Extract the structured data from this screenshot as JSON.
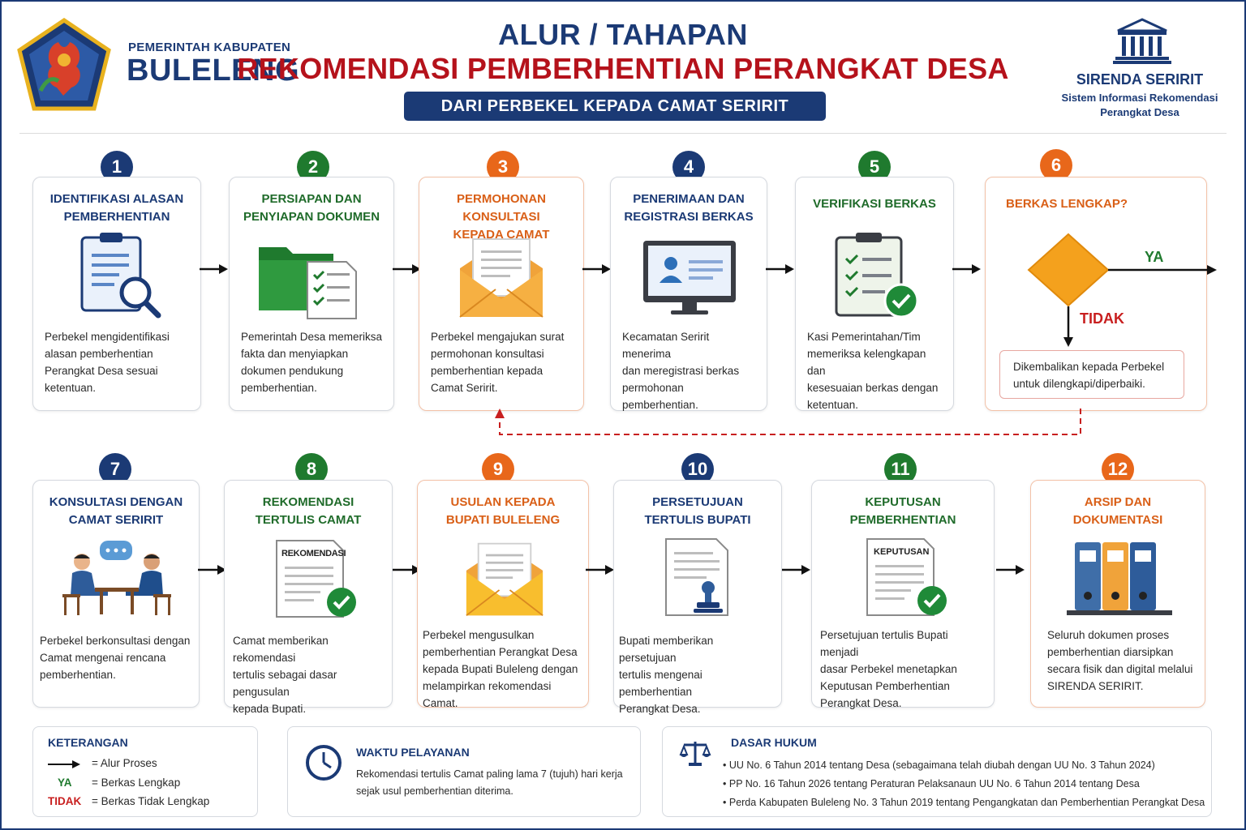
{
  "header": {
    "gov_small": "PEMERINTAH KABUPATEN",
    "gov_big": "BULELENG",
    "title_line1": "ALUR / TAHAPAN",
    "title_line2": "REKOMENDASI PEMBERHENTIAN PERANGKAT DESA",
    "subtitle": "DARI PERBEKEL KEPADA CAMAT SERIRIT",
    "app_name": "SIRENDA SERIRIT",
    "app_desc_1": "Sistem Informasi Rekomendasi",
    "app_desc_2": "Perangkat Desa"
  },
  "steps": [
    {
      "num": "1",
      "title": [
        "IDENTIFIKASI ALASAN",
        "PEMBERHENTIAN"
      ],
      "text": [
        "Perbekel mengidentifikasi",
        "alasan pemberhentian",
        "Perangkat Desa sesuai",
        "ketentuan."
      ],
      "icon": "clipboard-search-icon",
      "color": "blue"
    },
    {
      "num": "2",
      "title": [
        "PERSIAPAN DAN",
        "PENYIAPAN DOKUMEN"
      ],
      "text": [
        "Pemerintah Desa memeriksa",
        "fakta dan menyiapkan",
        "dokumen pendukung",
        "pemberhentian."
      ],
      "icon": "folder-checklist-icon",
      "color": "green"
    },
    {
      "num": "3",
      "title": [
        "PERMOHONAN KONSULTASI",
        "KEPADA CAMAT"
      ],
      "text": [
        "Perbekel mengajukan surat",
        "permohonan konsultasi",
        "pemberhentian kepada",
        "Camat Seririt."
      ],
      "icon": "envelope-letter-icon",
      "color": "orange"
    },
    {
      "num": "4",
      "title": [
        "PENERIMAAN DAN",
        "REGISTRASI BERKAS"
      ],
      "text": [
        "Kecamatan Seririt menerima",
        "dan meregistrasi berkas",
        "permohonan pemberhentian."
      ],
      "icon": "monitor-profile-icon",
      "color": "blue"
    },
    {
      "num": "5",
      "title": [
        "VERIFIKASI BERKAS"
      ],
      "text": [
        "Kasi Pemerintahan/Tim",
        "memeriksa kelengkapan dan",
        "kesesuaian berkas dengan",
        "ketentuan."
      ],
      "icon": "clipboard-check-icon",
      "color": "green"
    },
    {
      "num": "6",
      "title": [
        "BERKAS LENGKAP?"
      ],
      "text": [],
      "icon": "decision-diamond-icon",
      "color": "orange"
    },
    {
      "num": "7",
      "title": [
        "KONSULTASI DENGAN",
        "CAMAT SERIRIT"
      ],
      "text": [
        "Perbekel berkonsultasi dengan",
        "Camat mengenai rencana",
        "pemberhentian."
      ],
      "icon": "consultation-people-icon",
      "color": "blue"
    },
    {
      "num": "8",
      "title": [
        "REKOMENDASI",
        "TERTULIS CAMAT"
      ],
      "text": [
        "Camat memberikan rekomendasi",
        "tertulis sebagai dasar pengusulan",
        "kepada Bupati."
      ],
      "icon": "document-check-icon",
      "color": "green",
      "doc_label": "REKOMENDASI"
    },
    {
      "num": "9",
      "title": [
        "USULAN KEPADA",
        "BUPATI BULELENG"
      ],
      "text": [
        "Perbekel mengusulkan",
        "pemberhentian Perangkat Desa",
        "kepada Bupati Buleleng dengan",
        "melampirkan rekomendasi Camat."
      ],
      "icon": "envelope-letter-icon",
      "color": "orange"
    },
    {
      "num": "10",
      "title": [
        "PERSETUJUAN",
        "TERTULIS BUPATI"
      ],
      "text": [
        "Bupati memberikan persetujuan",
        "tertulis mengenai pemberhentian",
        "Perangkat Desa."
      ],
      "icon": "document-stamp-icon",
      "color": "blue"
    },
    {
      "num": "11",
      "title": [
        "KEPUTUSAN",
        "PEMBERHENTIAN"
      ],
      "text": [
        "Persetujuan tertulis Bupati menjadi",
        "dasar Perbekel menetapkan",
        "Keputusan Pemberhentian",
        "Perangkat Desa."
      ],
      "icon": "document-check-icon",
      "color": "green",
      "doc_label": "KEPUTUSAN"
    },
    {
      "num": "12",
      "title": [
        "ARSIP DAN",
        "DOKUMENTASI"
      ],
      "text": [
        "Seluruh dokumen proses",
        "pemberhentian diarsipkan",
        "secara fisik dan digital melalui",
        "SIRENDA SERIRIT."
      ],
      "icon": "archive-binders-icon",
      "color": "orange"
    }
  ],
  "decision": {
    "yes_label": "YA",
    "no_label": "TIDAK",
    "return_text_1": "Dikembalikan kepada Perbekel",
    "return_text_2": "untuk dilengkapi/diperbaiki."
  },
  "legend": {
    "title": "KETERANGAN",
    "flow_label": "= Alur Proses",
    "yes_key": "YA",
    "yes_desc": "= Berkas Lengkap",
    "no_key": "TIDAK",
    "no_desc": "= Berkas Tidak Lengkap"
  },
  "service_time": {
    "title": "WAKTU PELAYANAN",
    "text_1": "Rekomendasi tertulis Camat paling lama 7 (tujuh) hari kerja",
    "text_2": "sejak usul pemberhentian diterima."
  },
  "legal_basis": {
    "title": "DASAR HUKUM",
    "items": [
      "UU No. 6 Tahun 2014 tentang Desa (sebagaimana telah diubah dengan UU No. 3 Tahun 2024)",
      "PP No. 16 Tahun 2026 tentang Peraturan Pelaksanaun UU No. 6 Tahun 2014 tentang Desa",
      "Perda Kabupaten Buleleng No. 3 Tahun 2019 tentang Pengangkatan dan Pemberhentian Perangkat Desa"
    ]
  },
  "colors": {
    "navy": "#1b3a75",
    "green": "#1f7a2e",
    "orange": "#e8671a",
    "red": "#c81f1f"
  }
}
